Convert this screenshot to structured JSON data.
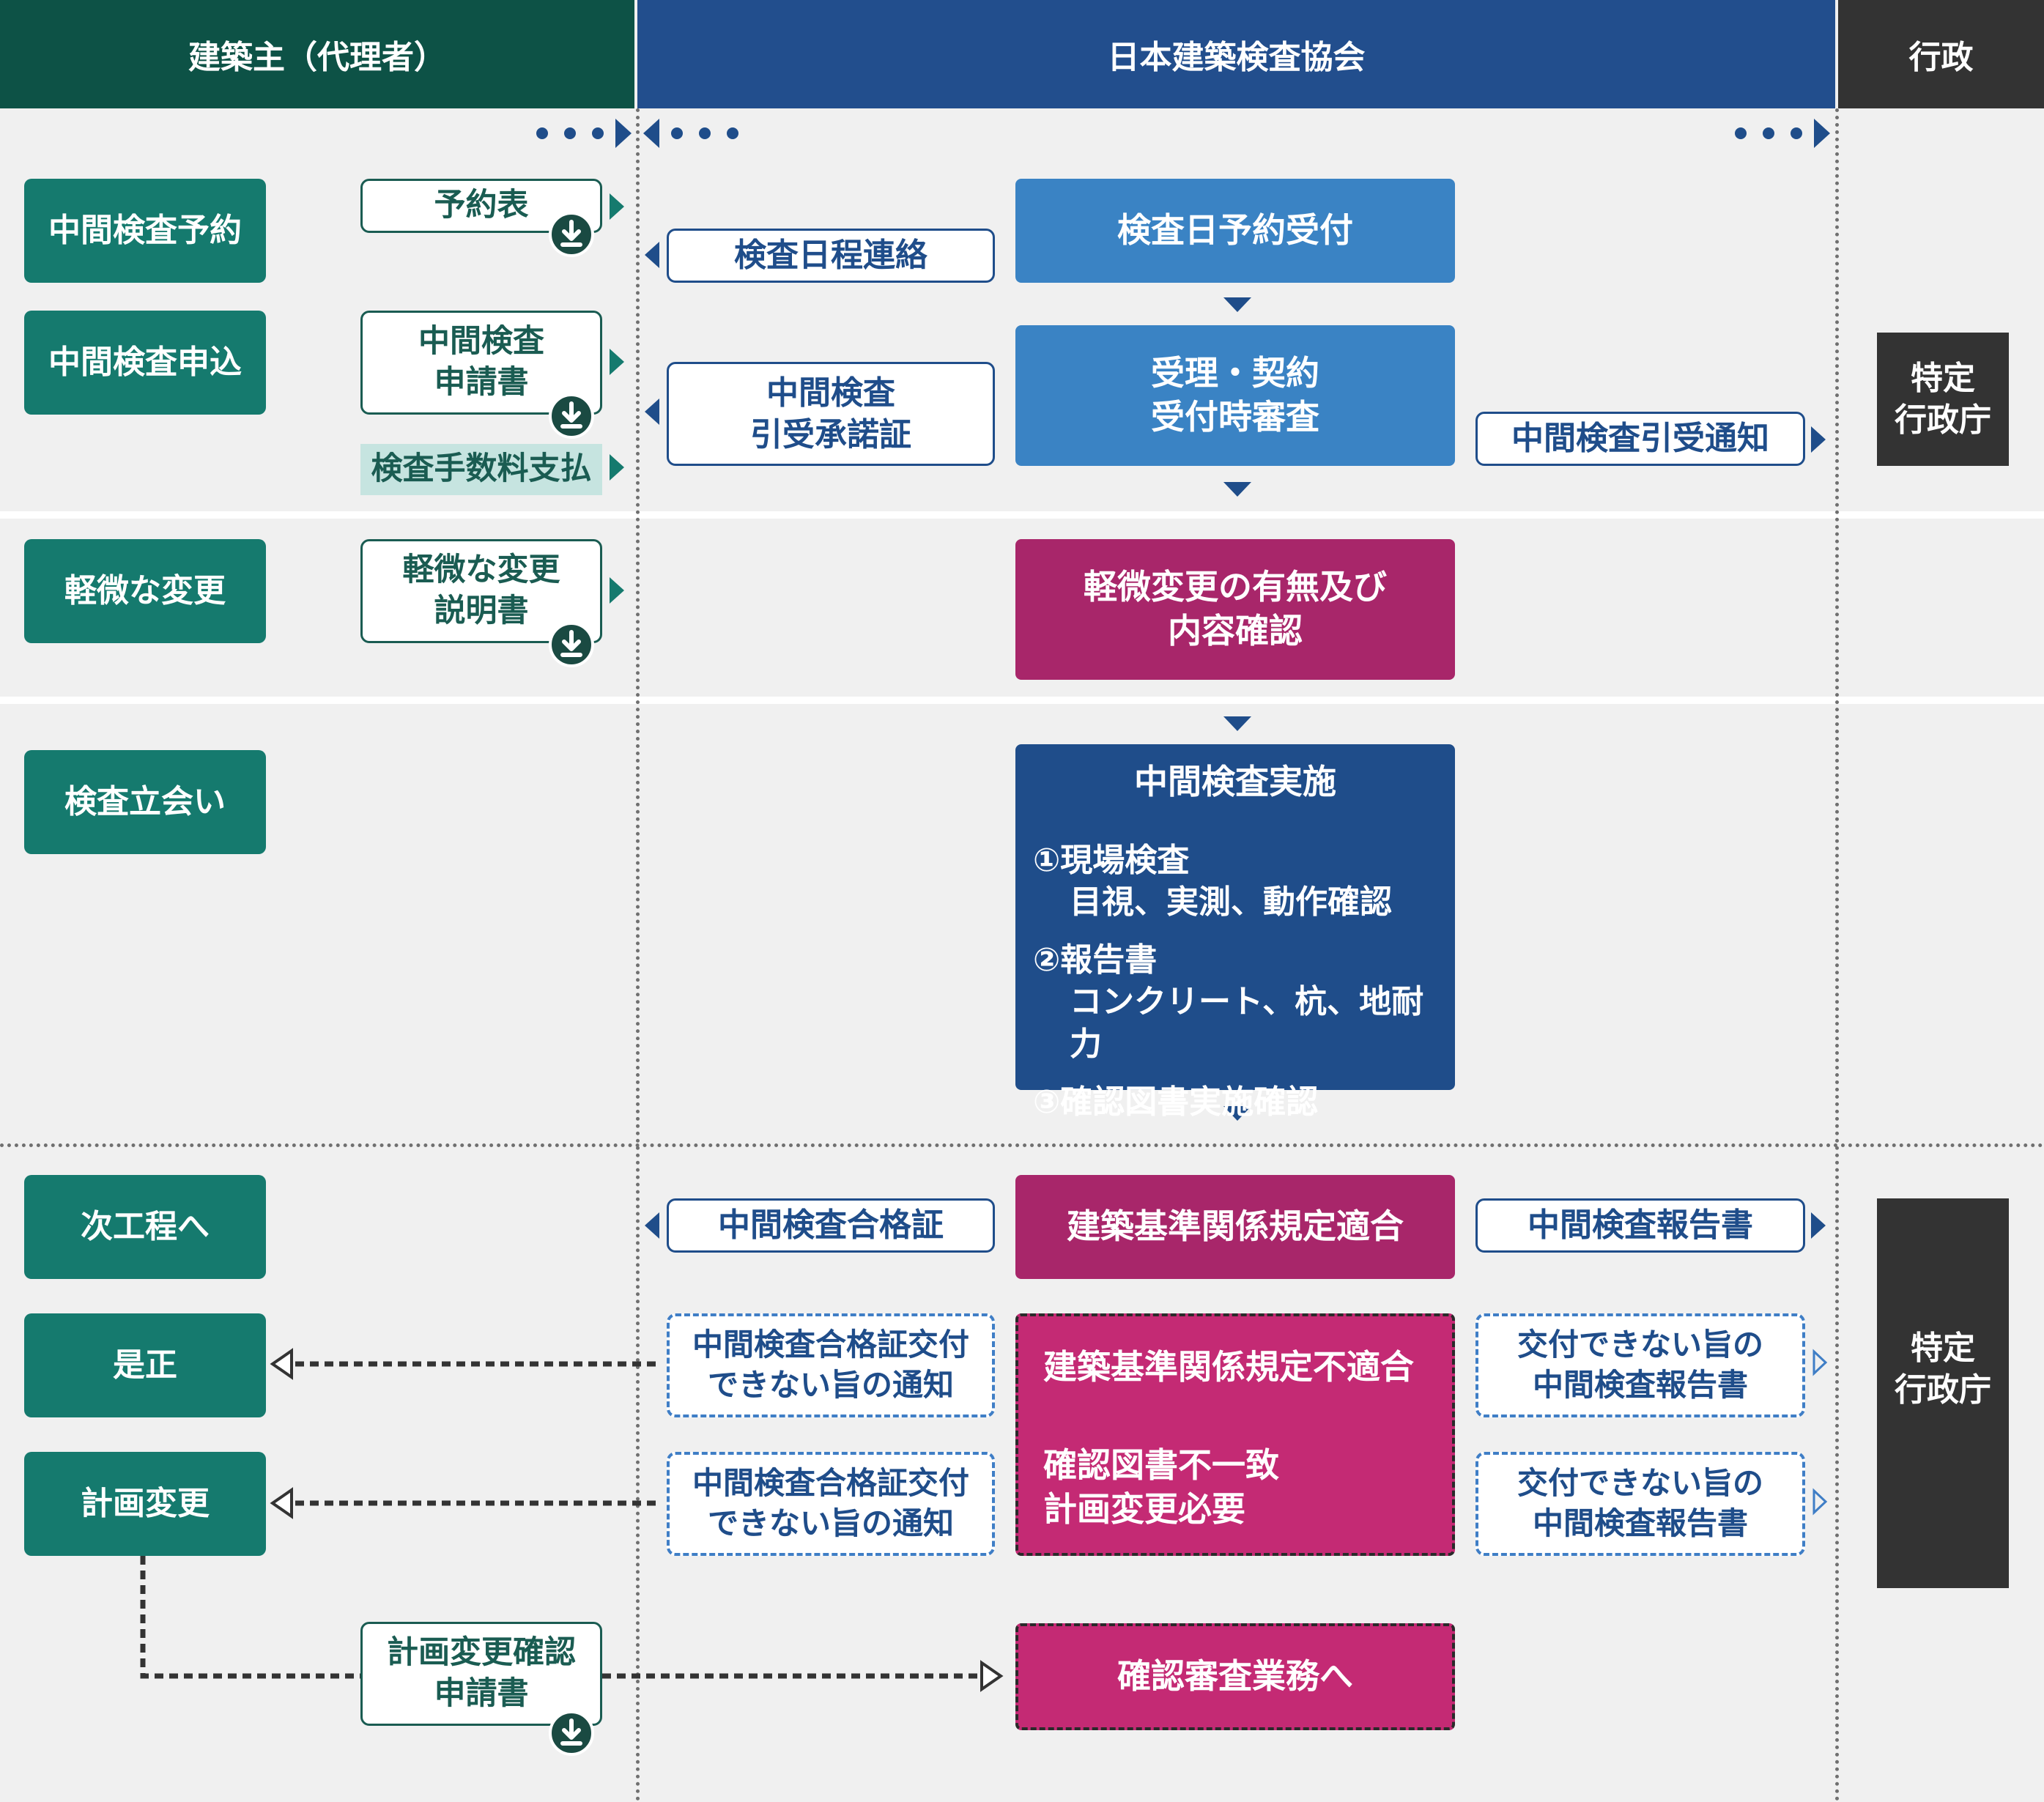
{
  "header": {
    "owner": "建築主（代理者）",
    "association": "日本建築検査協会",
    "government": "行政"
  },
  "actors": {
    "reserve": "中間検査予約",
    "apply": "中間検査申込",
    "minor_change": "軽微な変更",
    "attend": "検査立会い",
    "next_step": "次工程へ",
    "correction": "是正",
    "plan_change": "計画変更"
  },
  "owner_docs": {
    "reservation_form": "予約表",
    "application_line1": "中間検査",
    "application_line2": "申請書",
    "fee_payment": "検査手数料支払",
    "minor_change_line1": "軽微な変更",
    "minor_change_line2": "説明書",
    "plan_change_line1": "計画変更確認",
    "plan_change_line2": "申請書"
  },
  "association_docs": {
    "schedule_notice": "検査日程連絡",
    "acceptance_line1": "中間検査",
    "acceptance_line2": "引受承諾証",
    "pass_certificate": "中間検査合格証",
    "cannot_issue_line1": "中間検査合格証交付",
    "cannot_issue_line2": "できない旨の通知"
  },
  "processes": {
    "date_reservation": "検査日予約受付",
    "accept_line1": "受理・契約",
    "accept_line2": "受付時審査",
    "minor_check_line1": "軽微変更の有無及び",
    "minor_check_line2": "内容確認",
    "implementation": {
      "title": "中間検査実施",
      "items": [
        {
          "head": "①現場検査",
          "sub": "目視、実測、動作確認"
        },
        {
          "head": "②報告書",
          "sub": "コンクリート、杭、地耐力"
        },
        {
          "head": "③確認図書実施確認",
          "sub": ""
        }
      ]
    },
    "conform": "建築基準関係規定適合",
    "nonconform": "建築基準関係規定不適合",
    "mismatch_line1": "確認図書不一致",
    "mismatch_line2": "計画変更必要",
    "to_review": "確認審査業務へ"
  },
  "government_docs": {
    "acceptance_notice": "中間検査引受通知",
    "report": "中間検査報告書",
    "cannot_issue_report_line1": "交付できない旨の",
    "cannot_issue_report_line2": "中間検査報告書"
  },
  "government": {
    "agency_line1": "特定",
    "agency_line2": "行政庁"
  },
  "colors": {
    "owner_header": "#0d5246",
    "association_header": "#224e8d",
    "gov_header": "#333333",
    "actor": "#157a6e",
    "process_lightblue": "#3a83c4",
    "process_magenta": "#a8266a",
    "process_darkblue": "#1f4d8a"
  },
  "icons": [
    "download-icon",
    "arrow-right-icon",
    "arrow-left-icon",
    "arrow-down-icon"
  ]
}
